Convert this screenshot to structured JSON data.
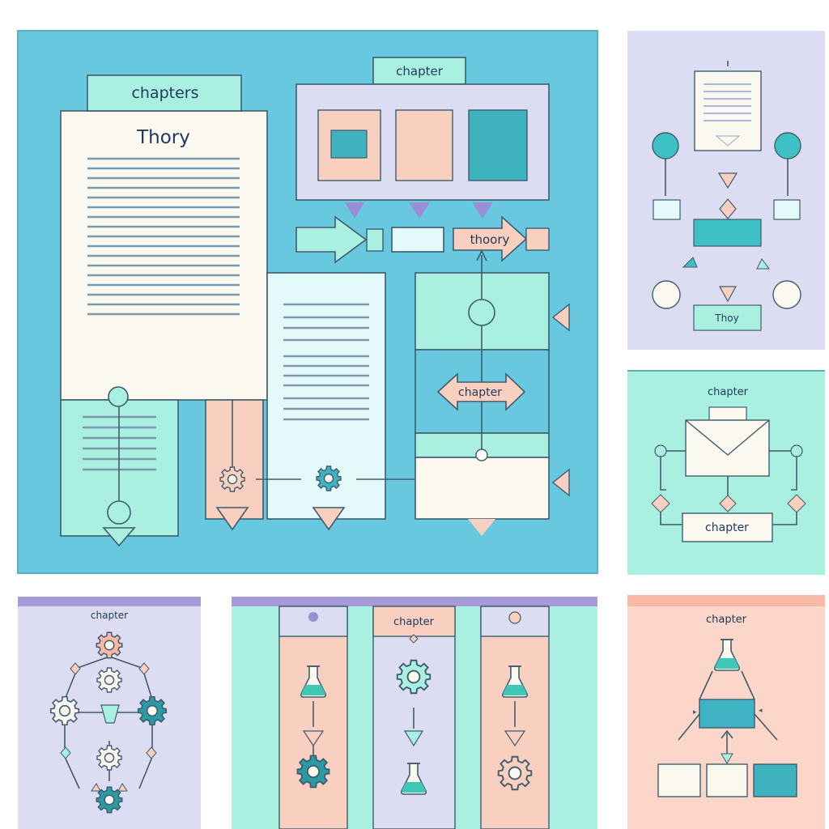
{
  "colors": {
    "blue": "#67c8e0",
    "mint": "#aaf0e0",
    "lavender": "#dcdcf2",
    "peach": "#f9cfbf",
    "teal": "#3fb3bd",
    "cream": "#fbf8ef",
    "ink": "#3f5c6e",
    "purple": "#9a8fd6"
  },
  "main": {
    "chapters_tab": "chapters",
    "document_title": "Thory",
    "chapter_tab": "chapter",
    "thoory_arrow": "thoory",
    "chapter_double_arrow": "chapter"
  },
  "panel_top_right": {
    "label": "Thoy",
    "icons": [
      "document-icon",
      "circle-icon",
      "diamond-icon",
      "triangle-icon"
    ]
  },
  "panel_mid_right": {
    "header": "chapter",
    "box": "chapter",
    "icons": [
      "envelope-icon",
      "diamond-icon"
    ]
  },
  "panel_bottom_left": {
    "header": "chapter",
    "icons": [
      "gear-icon",
      "funnel-icon"
    ]
  },
  "panel_bottom_mid": {
    "header": "chapter",
    "icons": [
      "flask-icon",
      "gear-icon"
    ]
  },
  "panel_bottom_right": {
    "header": "chapter",
    "icons": [
      "flask-icon"
    ]
  }
}
